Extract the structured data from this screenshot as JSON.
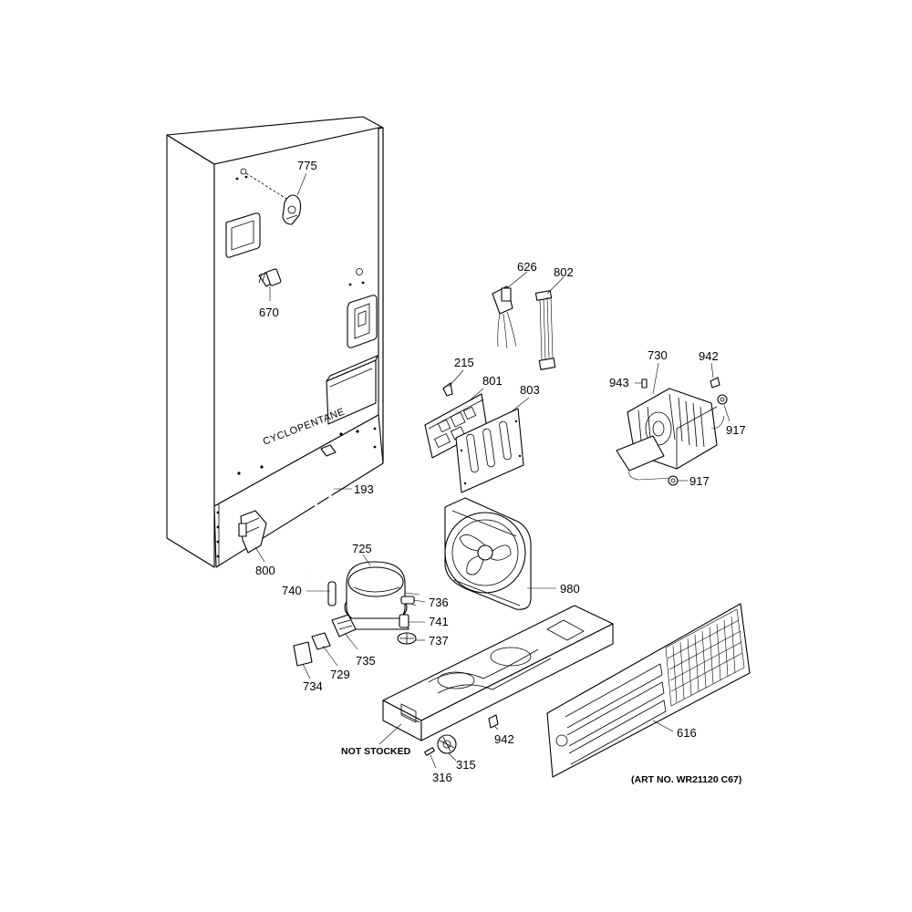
{
  "stencil_text": "CYCLOPENTANE",
  "callouts": {
    "p775": "775",
    "p670": "670",
    "p193": "193",
    "p800": "800",
    "p626": "626",
    "p802": "802",
    "p215": "215",
    "p801": "801",
    "p803": "803",
    "p730": "730",
    "p942a": "942",
    "p943": "943",
    "p917a": "917",
    "p917b": "917",
    "p725": "725",
    "p740": "740",
    "p736": "736",
    "p741": "741",
    "p737": "737",
    "p735": "735",
    "p729": "729",
    "p734": "734",
    "p980": "980",
    "p942b": "942",
    "p616": "616",
    "p315": "315",
    "p316": "316"
  },
  "notes": {
    "not_stocked": "NOT STOCKED",
    "art_no": "(ART NO. WR21120 C67)"
  }
}
